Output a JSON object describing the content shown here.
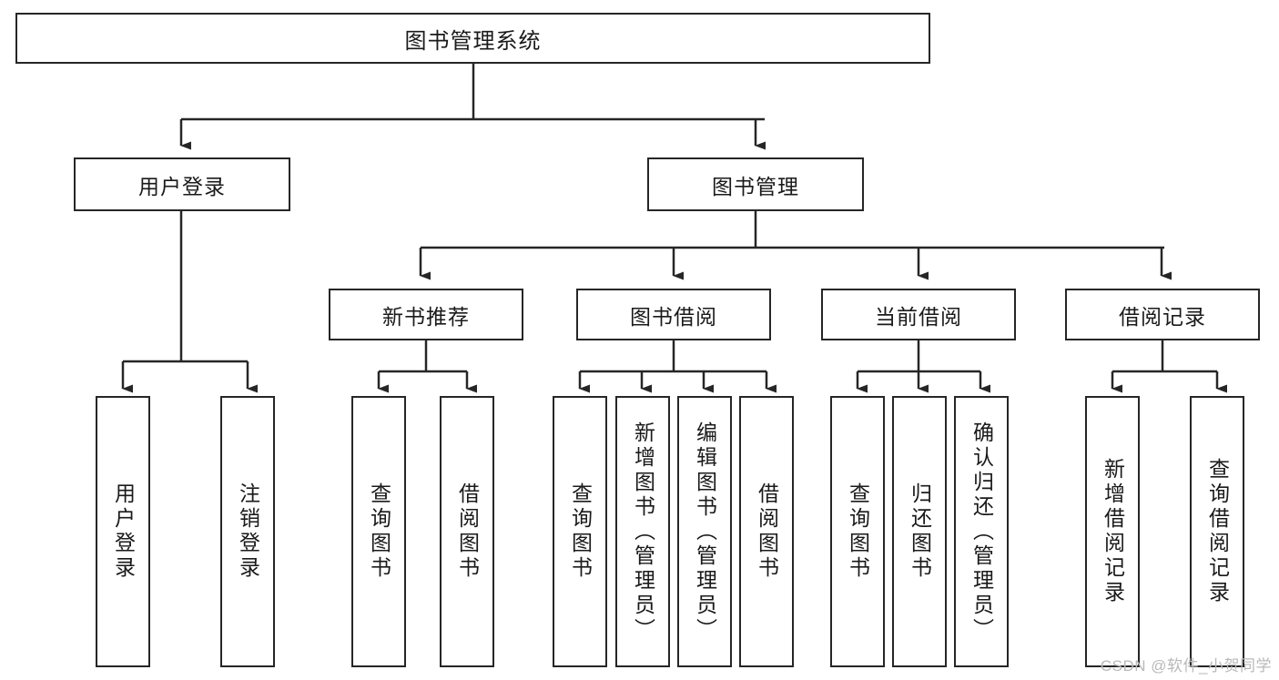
{
  "diagram": {
    "title": "图书管理系统",
    "type": "tree-hierarchy-diagram",
    "watermark": "CSDN @软件_小贺同学",
    "colors": {
      "stroke": "#262626",
      "fill": "#ffffff",
      "text": "#1a1a1a",
      "watermark": "#b9b9b9"
    },
    "root": {
      "label": "图书管理系统"
    },
    "level2": [
      {
        "id": "user-login",
        "label": "用户登录"
      },
      {
        "id": "book-management",
        "label": "图书管理"
      }
    ],
    "level3": [
      {
        "id": "new-book-recommend",
        "label": "新书推荐"
      },
      {
        "id": "book-borrow",
        "label": "图书借阅"
      },
      {
        "id": "current-borrow",
        "label": "当前借阅"
      },
      {
        "id": "borrow-record",
        "label": "借阅记录"
      }
    ],
    "leaves": {
      "user_login": [
        {
          "id": "leaf-user-login",
          "label": "用户登录"
        },
        {
          "id": "leaf-logout-login",
          "label": "注销登录"
        }
      ],
      "new_book_recommend": [
        {
          "id": "leaf-query-book-1",
          "label": "查询图书"
        },
        {
          "id": "leaf-borrow-book-1",
          "label": "借阅图书"
        }
      ],
      "book_borrow": [
        {
          "id": "leaf-query-book-2",
          "label": "查询图书"
        },
        {
          "id": "leaf-add-book",
          "label": "新增图书（管理员）"
        },
        {
          "id": "leaf-edit-book",
          "label": "编辑图书（管理员）"
        },
        {
          "id": "leaf-borrow-book-2",
          "label": "借阅图书"
        }
      ],
      "current_borrow": [
        {
          "id": "leaf-query-book-3",
          "label": "查询图书"
        },
        {
          "id": "leaf-return-book",
          "label": "归还图书"
        },
        {
          "id": "leaf-confirm-return",
          "label": "确认归还（管理员）"
        }
      ],
      "borrow_record": [
        {
          "id": "leaf-add-borrow-record",
          "label": "新增借阅记录"
        },
        {
          "id": "leaf-query-borrow-record",
          "label": "查询借阅记录"
        }
      ]
    }
  }
}
